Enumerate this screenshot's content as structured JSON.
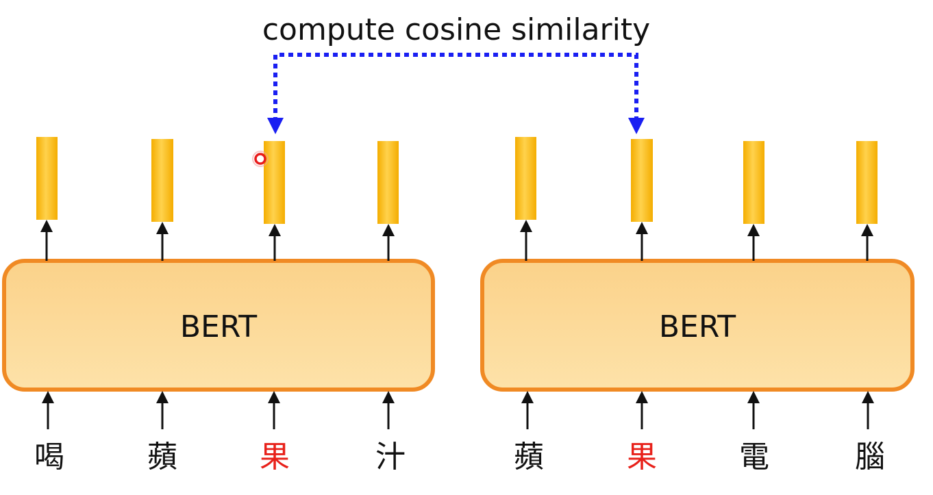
{
  "title": "compute cosine similarity",
  "models": [
    {
      "label": "BERT",
      "tokens": [
        {
          "text": "喝",
          "highlight": false
        },
        {
          "text": "蘋",
          "highlight": false
        },
        {
          "text": "果",
          "highlight": true
        },
        {
          "text": "汁",
          "highlight": false
        }
      ]
    },
    {
      "label": "BERT",
      "tokens": [
        {
          "text": "蘋",
          "highlight": false
        },
        {
          "text": "果",
          "highlight": true
        },
        {
          "text": "電",
          "highlight": false
        },
        {
          "text": "腦",
          "highlight": false
        }
      ]
    }
  ],
  "compare_pair": {
    "model_a": 0,
    "token_a": 2,
    "model_b": 1,
    "token_b": 1
  },
  "colors": {
    "bert_fill_top": "#fbd28a",
    "bert_fill_bottom": "#fde2a9",
    "bert_border": "#f08a24",
    "vector_fill_light": "#ffd24d",
    "vector_fill_dark": "#f4ad00",
    "arrow": "#111111",
    "similarity_link": "#1a1ff2",
    "highlight_token": "#e8211a",
    "cursor": "#e81b1b"
  }
}
